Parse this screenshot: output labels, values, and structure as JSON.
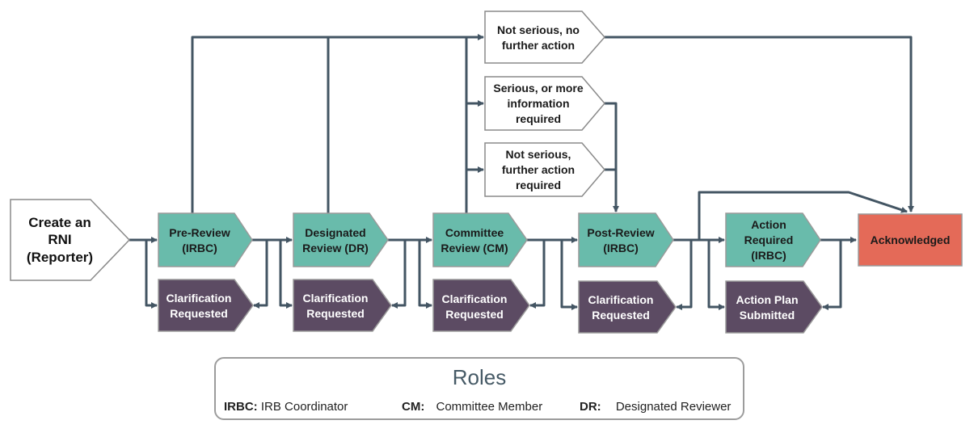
{
  "nodes": {
    "create_rni": [
      "Create an",
      "RNI",
      "(Reporter)"
    ],
    "pre_review": [
      "Pre-Review",
      "(IRBC)"
    ],
    "designated_review": [
      "Designated",
      "Review (DR)"
    ],
    "committee_review": [
      "Committee",
      "Review (CM)"
    ],
    "post_review": [
      "Post-Review",
      "(IRBC)"
    ],
    "action_required": [
      "Action",
      "Required",
      "(IRBC)"
    ],
    "acknowledged": [
      "Acknowledged"
    ],
    "clarification_1": [
      "Clarification",
      "Requested"
    ],
    "clarification_2": [
      "Clarification",
      "Requested"
    ],
    "clarification_3": [
      "Clarification",
      "Requested"
    ],
    "clarification_4": [
      "Clarification",
      "Requested"
    ],
    "action_plan_submitted": [
      "Action Plan",
      "Submitted"
    ],
    "not_serious_no_action": [
      "Not serious, no",
      "further action"
    ],
    "serious_more_info": [
      "Serious, or more",
      "information",
      "required"
    ],
    "not_serious_action_required": [
      "Not serious,",
      "further action",
      "required"
    ]
  },
  "roles": {
    "title": "Roles",
    "items": [
      {
        "abbr": "IRBC:",
        "name": "IRB Coordinator"
      },
      {
        "abbr": "CM:",
        "name": "Committee Member"
      },
      {
        "abbr": "DR:",
        "name": "Designated Reviewer"
      }
    ]
  },
  "colors": {
    "teal": "#69BBAB",
    "purple": "#5C4B63",
    "red": "#E46A58",
    "connector": "#435563"
  }
}
